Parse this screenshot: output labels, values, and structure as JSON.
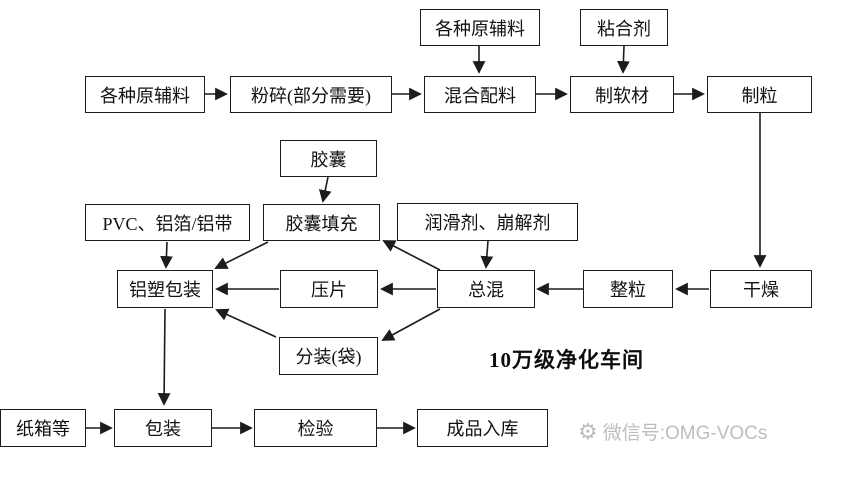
{
  "nodes": {
    "raw_top": "各种原辅料",
    "binder": "粘合剂",
    "raw_left": "各种原辅料",
    "crush": "粉碎(部分需要)",
    "mix": "混合配料",
    "soft_material": "制软材",
    "granulation": "制粒",
    "capsule": "胶囊",
    "pvc_foil": "PVC、铝箔/铝带",
    "capsule_fill": "胶囊填充",
    "lubricant": "润滑剂、崩解剂",
    "alu_plastic_pack": "铝塑包装",
    "tablet_press": "压片",
    "total_mix": "总混",
    "granule_sizing": "整粒",
    "drying": "干燥",
    "bag_fill": "分装(袋)",
    "carton": "纸箱等",
    "packaging": "包装",
    "inspection": "检验",
    "warehouse": "成品入库"
  },
  "labels": {
    "clean_room": "10万级净化车间"
  },
  "watermark": {
    "icon": "gear-icon",
    "icon_glyph": "⚙",
    "text": "微信号:OMG-VOCs"
  },
  "colors": {
    "line": "#1c1c1c",
    "box_border": "#1c1c1c",
    "watermark": "#bdbdbd",
    "background": "#ffffff"
  }
}
